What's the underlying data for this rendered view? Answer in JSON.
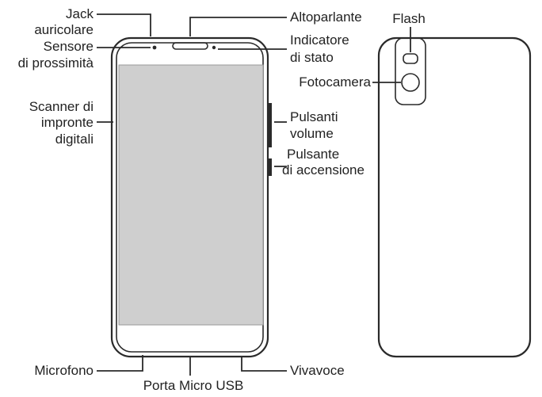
{
  "figure": {
    "front_labels": {
      "jack": [
        "Jack",
        "auricolare"
      ],
      "proximity": [
        "Sensore",
        "di prossimità"
      ],
      "fingerprint": [
        "Scanner di",
        "impronte",
        "digitali"
      ],
      "speaker": "Altoparlante",
      "status": [
        "Indicatore",
        "di stato"
      ],
      "volume": [
        "Pulsanti",
        "volume"
      ],
      "power": [
        "Pulsante",
        "di accensione"
      ],
      "microphone": "Microfono",
      "usb": "Porta Micro USB",
      "loudspeaker": "Vivavoce"
    },
    "back_labels": {
      "flash": "Flash",
      "camera": "Fotocamera"
    },
    "colors": {
      "line": "#2a2a2a",
      "screen": "#cfcfcf",
      "text": "#222222"
    }
  }
}
